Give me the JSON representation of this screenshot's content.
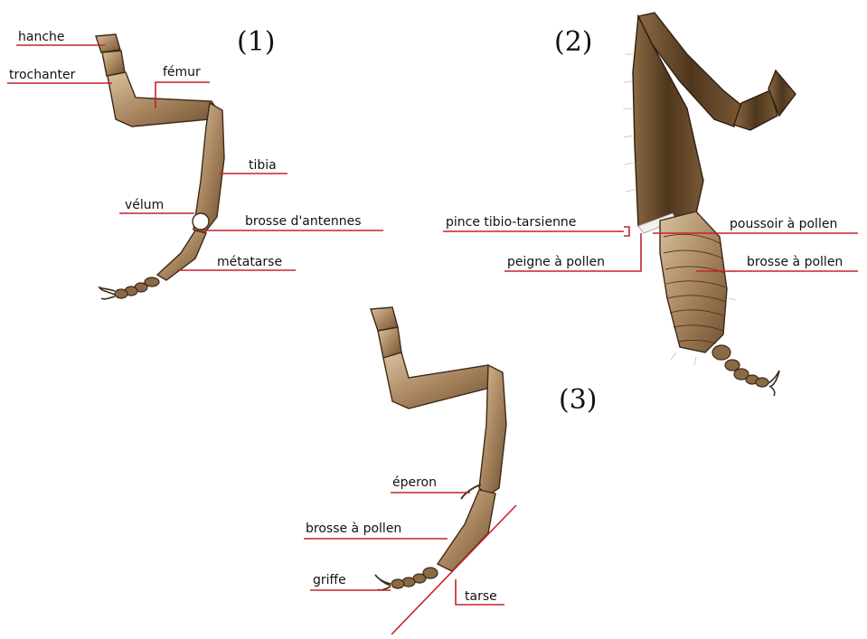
{
  "figure": {
    "panels": [
      {
        "number": "(1)",
        "labels": {
          "hanche": "hanche",
          "trochanter": "trochanter",
          "femur": "fémur",
          "tibia": "tibia",
          "velum": "vélum",
          "brosse_antennes": "brosse d'antennes",
          "metatarse": "métatarse"
        }
      },
      {
        "number": "(2)",
        "labels": {
          "pince": "pince tibio-tarsienne",
          "poussoir": "poussoir à pollen",
          "peigne": "peigne à pollen",
          "brosse_pollen": "brosse à pollen"
        }
      },
      {
        "number": "(3)",
        "labels": {
          "eperon": "éperon",
          "brosse_pollen": "brosse à pollen",
          "griffe": "griffe",
          "tarse": "tarse"
        }
      }
    ]
  },
  "colors": {
    "leader": "#c8202a",
    "leg_light": "#b99a72",
    "leg_dark": "#5a3f22"
  }
}
